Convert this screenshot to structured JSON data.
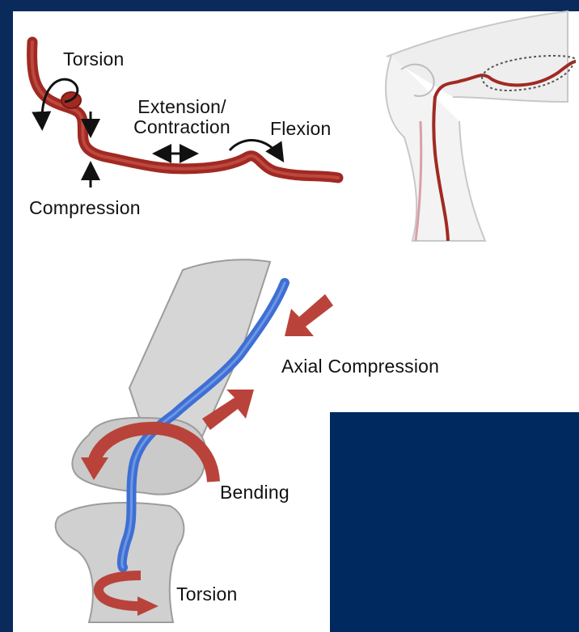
{
  "labels": {
    "torsion_top": "Torsion",
    "extension_line1": "Extension/",
    "extension_line2": "Contraction",
    "flexion": "Flexion",
    "compression": "Compression",
    "axial_compression": "Axial Compression",
    "bending": "Bending",
    "torsion_bottom": "Torsion"
  },
  "colors": {
    "background": "#0a2a5c",
    "artery_red": "#a02a22",
    "arrow_red": "#b9433a",
    "artery_blue": "#3e6fd3",
    "bone_gray": "#cfcfcf",
    "navy_block": "#002a5f"
  }
}
